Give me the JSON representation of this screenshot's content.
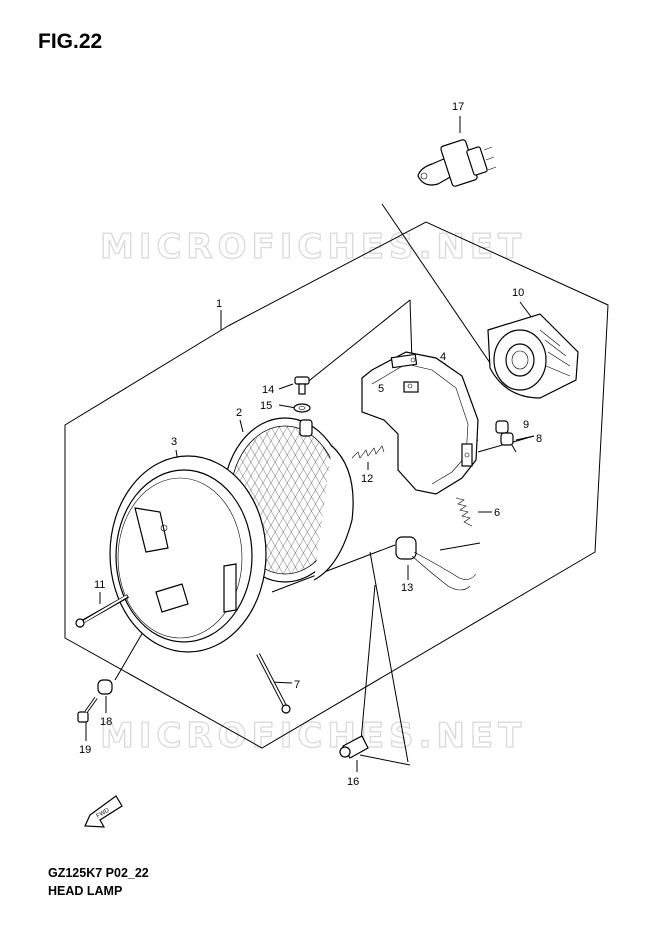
{
  "header": {
    "figure_label": "FIG.22"
  },
  "footer": {
    "model_code": "GZ125K7 P02_22",
    "section_name": "HEAD LAMP"
  },
  "watermark": {
    "text": "MICROFICHES.NET",
    "color": "#d9d9d9"
  },
  "direction_marker": {
    "text": "FWD",
    "icon": "fwd-arrow-icon"
  },
  "callouts": [
    {
      "id": "1",
      "label": "1"
    },
    {
      "id": "2",
      "label": "2"
    },
    {
      "id": "3",
      "label": "3"
    },
    {
      "id": "4",
      "label": "4"
    },
    {
      "id": "5",
      "label": "5"
    },
    {
      "id": "6",
      "label": "6"
    },
    {
      "id": "7",
      "label": "7"
    },
    {
      "id": "8",
      "label": "8"
    },
    {
      "id": "9",
      "label": "9"
    },
    {
      "id": "10",
      "label": "10"
    },
    {
      "id": "11",
      "label": "11"
    },
    {
      "id": "12",
      "label": "12"
    },
    {
      "id": "13",
      "label": "13"
    },
    {
      "id": "14",
      "label": "14"
    },
    {
      "id": "15",
      "label": "15"
    },
    {
      "id": "16",
      "label": "16"
    },
    {
      "id": "17",
      "label": "17"
    },
    {
      "id": "18",
      "label": "18"
    },
    {
      "id": "19",
      "label": "19"
    }
  ]
}
